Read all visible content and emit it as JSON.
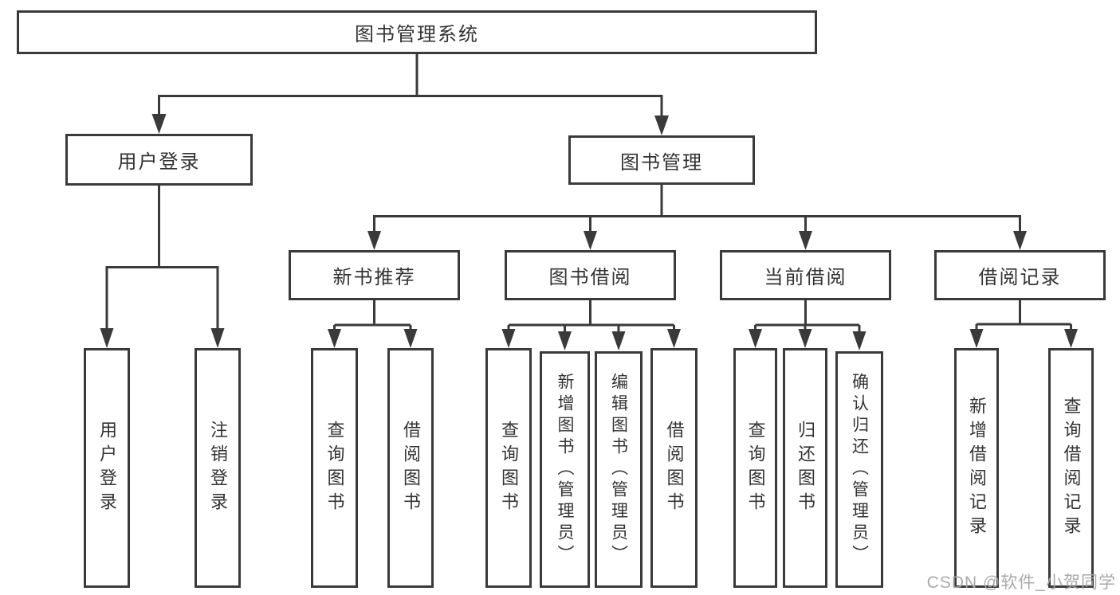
{
  "diagram": {
    "type": "hierarchy-tree",
    "root": {
      "label": "图书管理系统"
    },
    "branches": [
      {
        "label": "用户登录",
        "children": [
          {
            "label": "用户登录"
          },
          {
            "label": "注销登录"
          }
        ]
      },
      {
        "label": "图书管理",
        "children": [
          {
            "label": "新书推荐",
            "children": [
              {
                "label": "查询图书"
              },
              {
                "label": "借阅图书"
              }
            ]
          },
          {
            "label": "图书借阅",
            "children": [
              {
                "label": "查询图书"
              },
              {
                "label": "新增图书（管理员）"
              },
              {
                "label": "编辑图书（管理员）"
              },
              {
                "label": "借阅图书"
              }
            ]
          },
          {
            "label": "当前借阅",
            "children": [
              {
                "label": "查询图书"
              },
              {
                "label": "归还图书"
              },
              {
                "label": "确认归还（管理员）"
              }
            ]
          },
          {
            "label": "借阅记录",
            "children": [
              {
                "label": "新增借阅记录"
              },
              {
                "label": "查询借阅记录"
              }
            ]
          }
        ]
      }
    ]
  },
  "colors": {
    "line": "#3a3a3a",
    "text": "#333333",
    "background": "#ffffff",
    "watermark": "#a5a5a5"
  },
  "watermark": {
    "text": "CSDN @软件_小贺同学"
  }
}
